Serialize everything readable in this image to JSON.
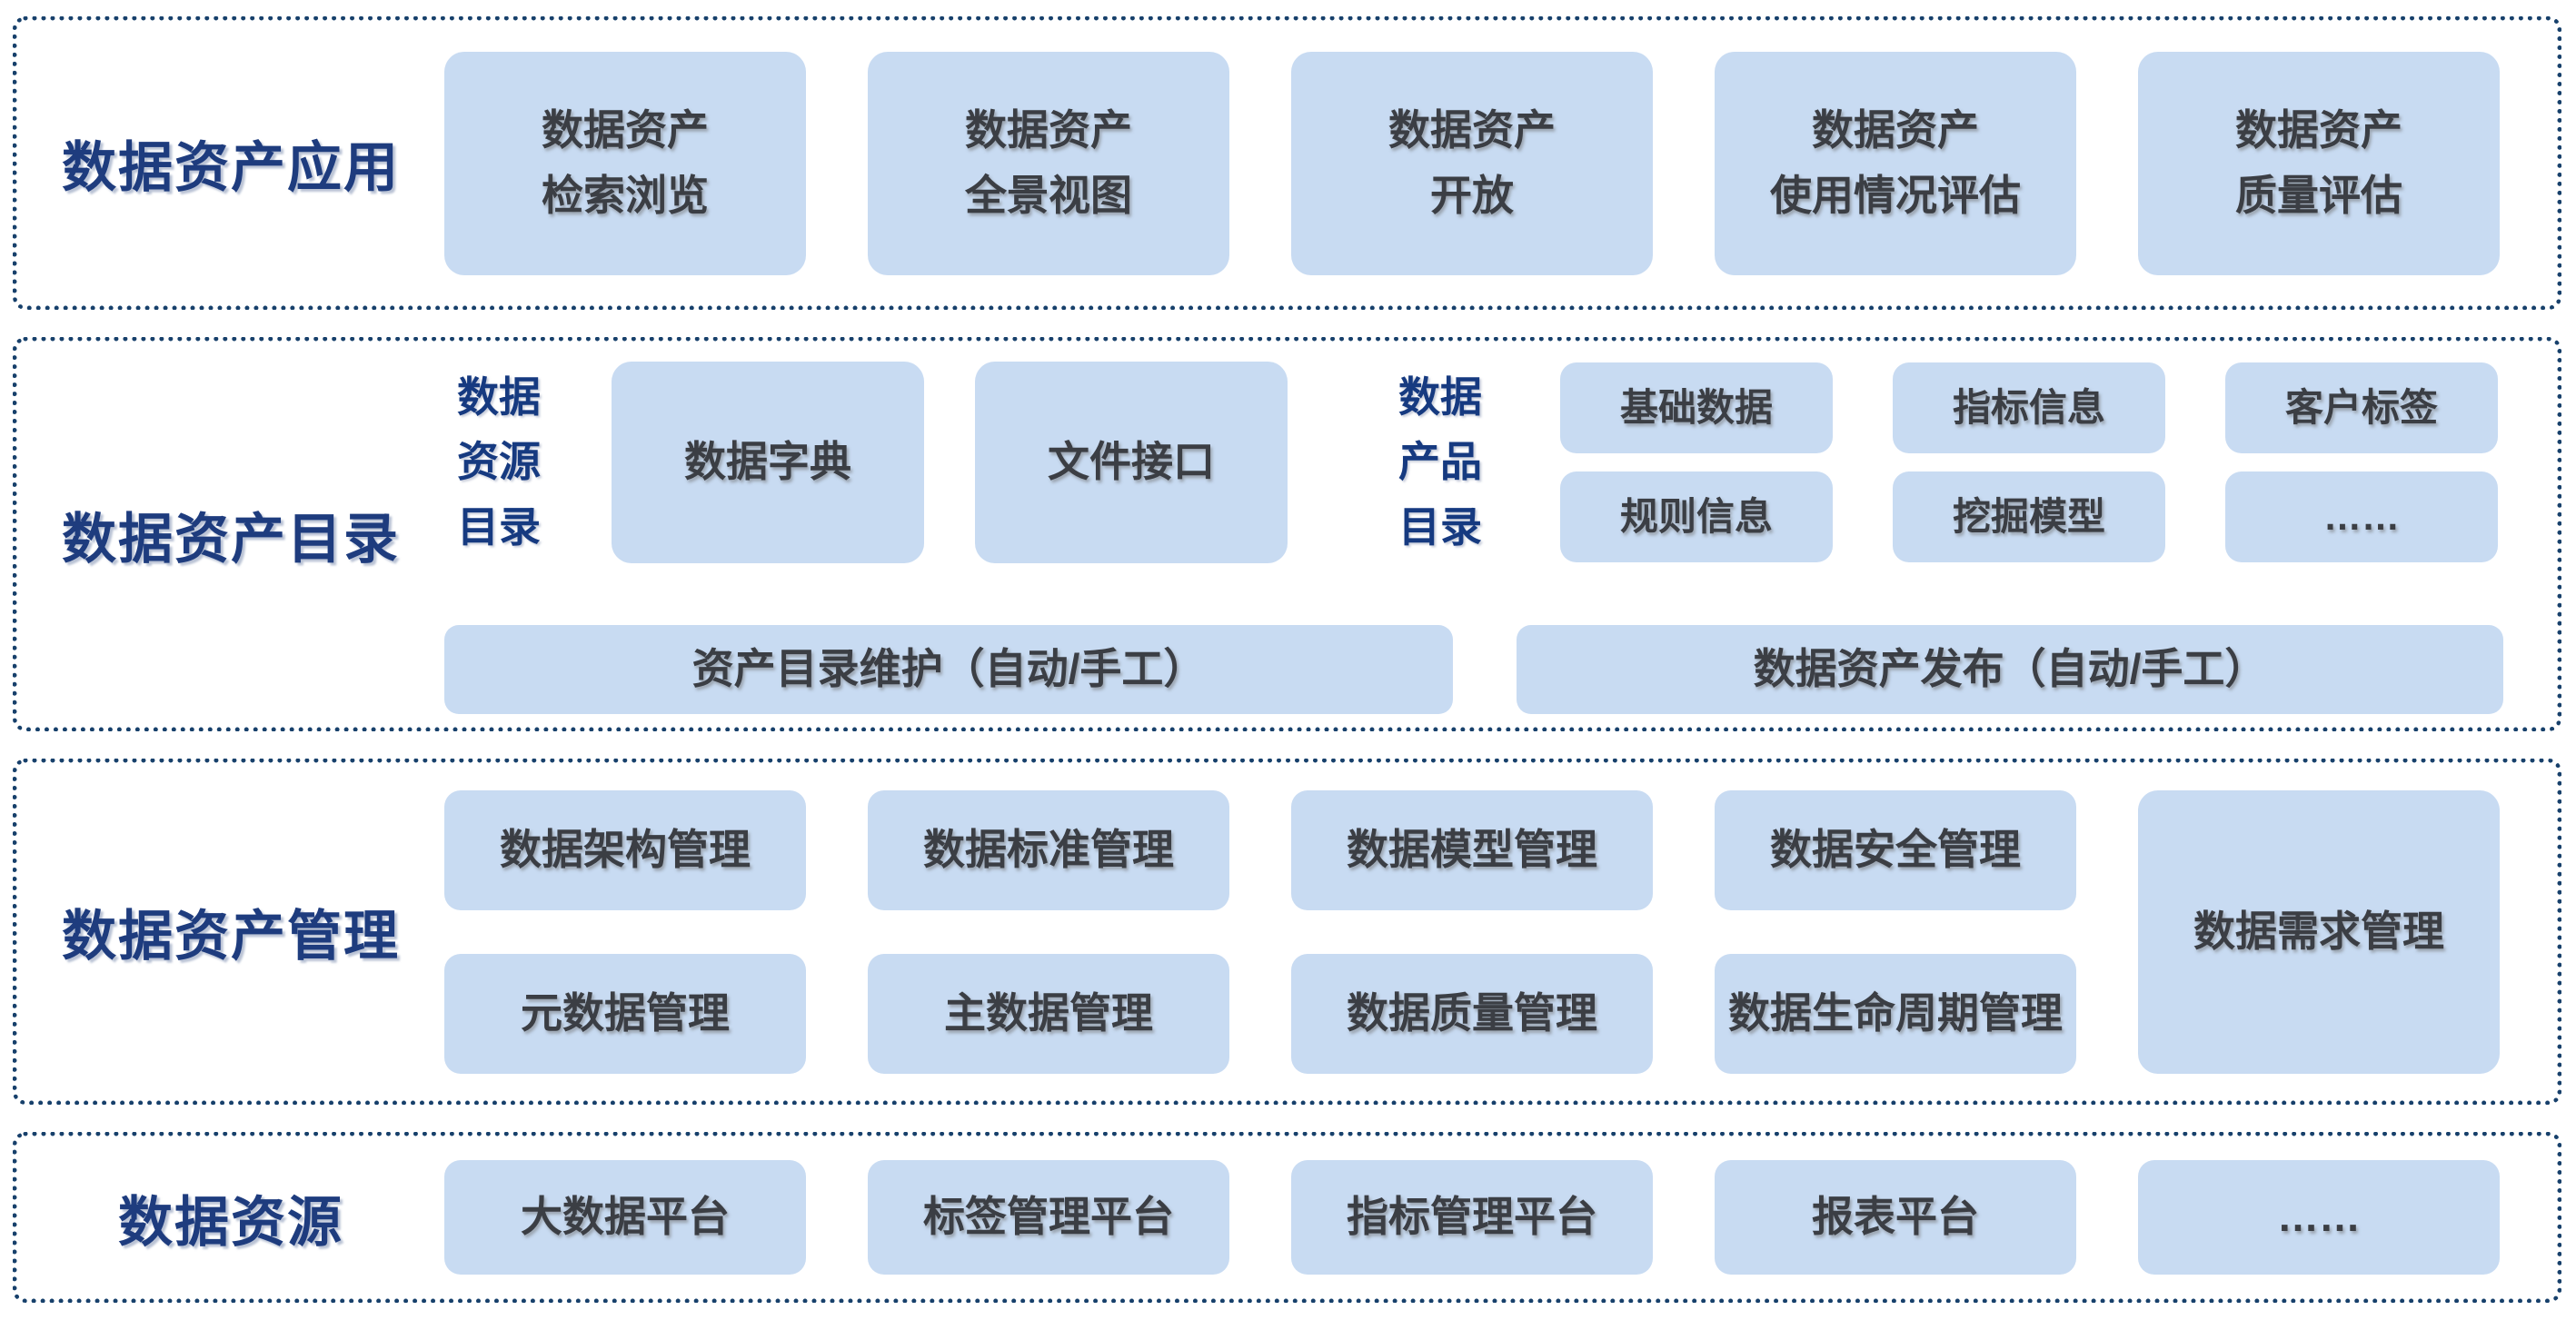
{
  "colors": {
    "box_fill": "#C8DBF2",
    "section_label": "#1E3C7E",
    "sub_label": "#163A80",
    "box_text": "#3B3E44",
    "border_dots": "#17406B",
    "divider": "#DADADA",
    "background": "#FFFFFF"
  },
  "sections": {
    "application": {
      "label": "数据资产应用",
      "boxes": [
        "数据资产\n检索浏览",
        "数据资产\n全景视图",
        "数据资产\n开放",
        "数据资产\n使用情况评估",
        "数据资产\n质量评估"
      ]
    },
    "catalog": {
      "label": "数据资产目录",
      "resource_catalog": {
        "label": "数据\n资源\n目录",
        "boxes": [
          "数据字典",
          "文件接口"
        ]
      },
      "product_catalog": {
        "label": "数据\n产品\n目录",
        "boxes": [
          "基础数据",
          "指标信息",
          "客户标签",
          "规则信息",
          "挖掘模型",
          "……"
        ]
      },
      "maintain_bar": "资产目录维护（自动/手工）",
      "publish_bar": "数据资产发布（自动/手工）"
    },
    "management": {
      "label": "数据资产管理",
      "grid": [
        "数据架构管理",
        "数据标准管理",
        "数据模型管理",
        "数据安全管理",
        "元数据管理",
        "主数据管理",
        "数据质量管理",
        "数据生命周期管理"
      ],
      "tall_box": "数据需求管理"
    },
    "resources": {
      "label": "数据资源",
      "boxes": [
        "大数据平台",
        "标签管理平台",
        "指标管理平台",
        "报表平台",
        "……"
      ]
    }
  }
}
